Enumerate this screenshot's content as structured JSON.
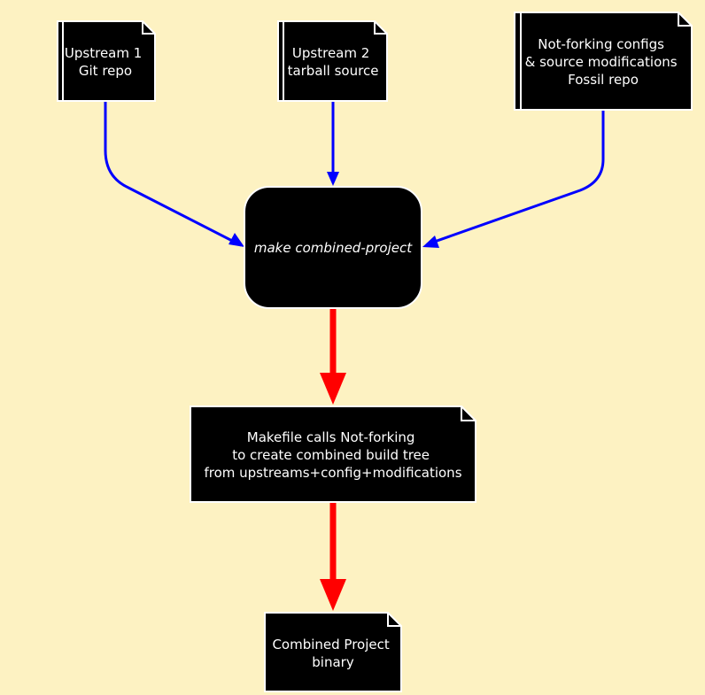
{
  "diagram": {
    "background_color": "#fdf2c2",
    "node_fill": "#000000",
    "node_stroke": "#ffffff",
    "text_color": "#ffffff",
    "input_arrow_color": "#0000ff",
    "output_arrow_color": "#ff0000",
    "nodes": {
      "upstream1": {
        "shape": "document-with-left-bar",
        "lines": [
          "Upstream 1",
          "Git repo"
        ]
      },
      "upstream2": {
        "shape": "document-with-left-bar",
        "lines": [
          "Upstream 2",
          "tarball source"
        ]
      },
      "notforking": {
        "shape": "document-with-left-bar",
        "lines": [
          "Not-forking configs",
          "& source modifications",
          "Fossil repo"
        ]
      },
      "make": {
        "shape": "rounded-rectangle",
        "lines": [
          "make combined-project"
        ],
        "italic": true
      },
      "makefile": {
        "shape": "document",
        "lines": [
          "Makefile calls Not-forking",
          "to create combined build tree",
          "from upstreams+config+modifications"
        ]
      },
      "binary": {
        "shape": "document",
        "lines": [
          "Combined Project",
          "binary"
        ]
      }
    },
    "edges": [
      {
        "from": "upstream1",
        "to": "make",
        "color": "blue"
      },
      {
        "from": "upstream2",
        "to": "make",
        "color": "blue"
      },
      {
        "from": "notforking",
        "to": "make",
        "color": "blue"
      },
      {
        "from": "make",
        "to": "makefile",
        "color": "red"
      },
      {
        "from": "makefile",
        "to": "binary",
        "color": "red"
      }
    ]
  }
}
